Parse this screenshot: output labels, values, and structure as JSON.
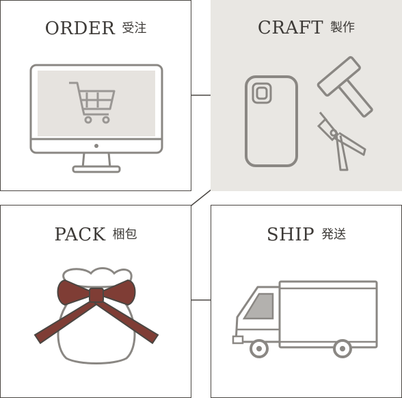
{
  "steps": [
    {
      "id": "order",
      "label_en": "ORDER",
      "label_jp": "受注",
      "icon": "computer-cart-icon"
    },
    {
      "id": "craft",
      "label_en": "CRAFT",
      "label_jp": "製作",
      "icon": "phone-case-tools-icon"
    },
    {
      "id": "pack",
      "label_en": "PACK",
      "label_jp": "梱包",
      "icon": "gift-bag-ribbon-icon"
    },
    {
      "id": "ship",
      "label_en": "SHIP",
      "label_jp": "発送",
      "icon": "delivery-truck-icon"
    }
  ],
  "colors": {
    "outline": "#4a4642",
    "text": "#3d3a37",
    "shade": "#e9e7e3",
    "icon_stroke": "#8a8783",
    "ribbon": "#7f3d35",
    "truck_window": "#b3b1ae"
  }
}
